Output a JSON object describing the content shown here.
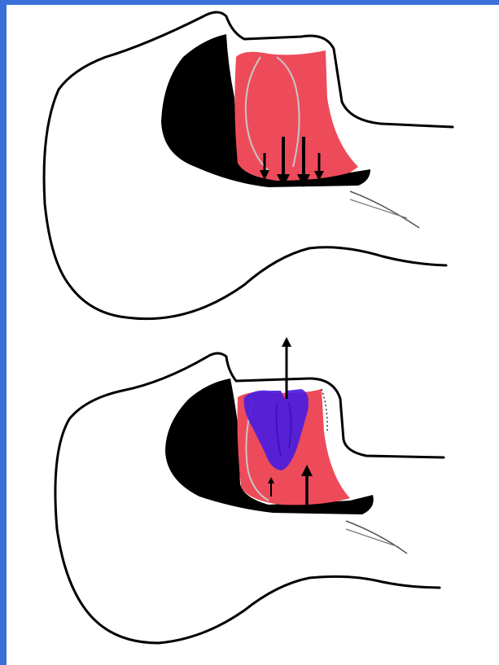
{
  "colors": {
    "frame_border": "#3a6fd8",
    "background": "#ffffff",
    "outline": "#000000",
    "tissue": "#ee4b5a",
    "device": "#4b1ce0",
    "arrow": "#000000"
  },
  "panels": [
    {
      "state": "airway-collapsed",
      "arrows_direction": "down",
      "arrow_count": 4,
      "device_present": false
    },
    {
      "state": "airway-open-with-device",
      "arrows_direction": "up",
      "arrow_count": 3,
      "device_present": true
    }
  ]
}
